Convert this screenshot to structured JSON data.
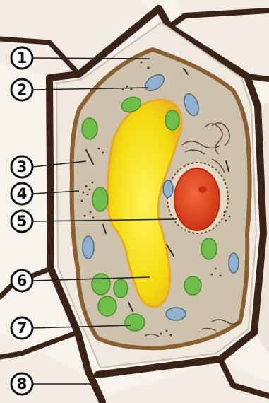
{
  "diagram": {
    "labels": [
      {
        "number": "1"
      },
      {
        "number": "2"
      },
      {
        "number": "3"
      },
      {
        "number": "4"
      },
      {
        "number": "5"
      },
      {
        "number": "6"
      },
      {
        "number": "7"
      },
      {
        "number": "8"
      }
    ]
  },
  "colors": {
    "background": "#f7f3ec",
    "cell_wall": "#3a2418",
    "cytoplasm": "#cfc2ad",
    "vacuole": "#f4dc10",
    "nucleus": "#e2451e",
    "chloroplast": "#6fbd4a",
    "mitochondria": "#8fb1cc"
  }
}
